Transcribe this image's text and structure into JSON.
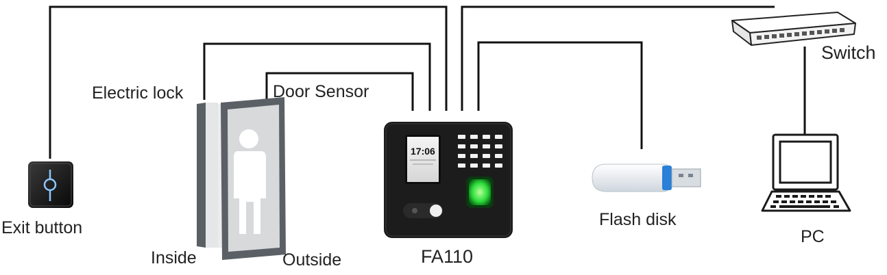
{
  "labels": {
    "exit_button": "Exit button",
    "electric_lock": "Electric lock",
    "door_sensor": "Door Sensor",
    "inside": "Inside",
    "outside": "Outside",
    "device": "FA110",
    "flash_disk": "Flash disk",
    "switch": "Switch",
    "pc": "PC"
  },
  "device_screen": {
    "time": "17:06"
  },
  "colors": {
    "wire": "#111111",
    "device_body": "#1c1c1c",
    "fingerprint_glow": "#2bdc3a",
    "usb_blue": "#2a7fd8",
    "exit_button_ring": "#6fb6ff"
  },
  "icons": [
    "exit-button-icon",
    "door-icon",
    "person-icon",
    "fa110-terminal-icon",
    "fingerprint-sensor-icon",
    "flash-disk-icon",
    "network-switch-icon",
    "pc-laptop-icon"
  ]
}
